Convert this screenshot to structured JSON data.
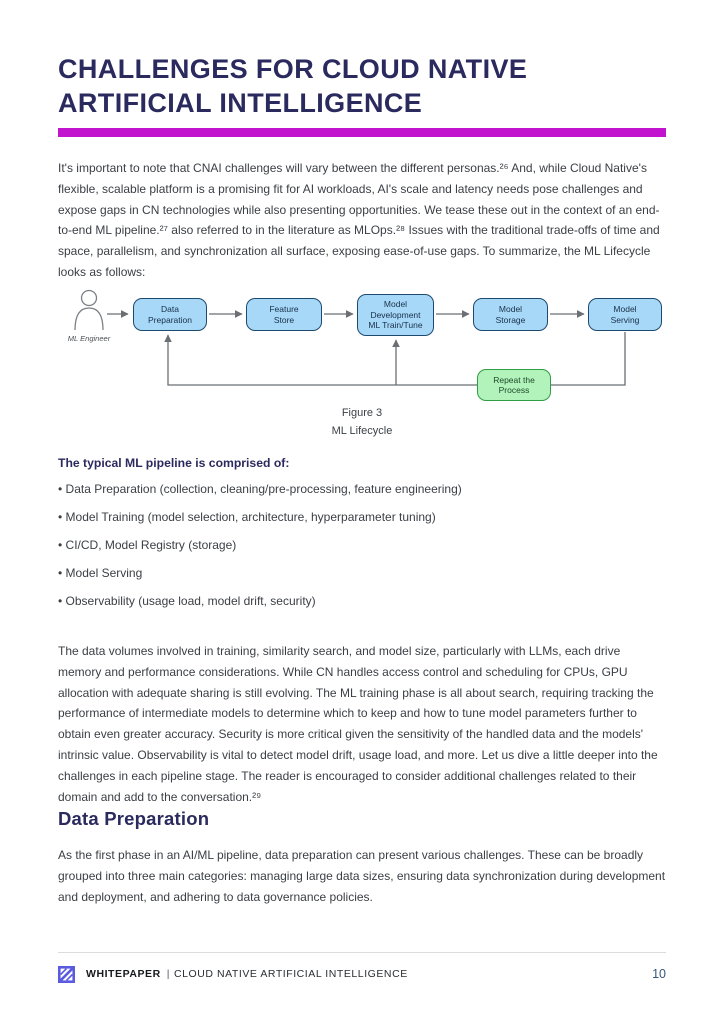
{
  "title": {
    "line1": "CHALLENGES FOR CLOUD NATIVE",
    "line2": "ARTIFICIAL INTELLIGENCE"
  },
  "accent_color": "#c213ce",
  "intro_paragraph": "It's important to note that CNAI challenges will vary between the different personas.²⁶ And, while Cloud Native's flexible, scalable platform is a promising fit for AI workloads, AI's scale and latency needs pose challenges and expose gaps in CN technologies while also presenting opportunities. We tease these out in the context of an end-to-end ML pipeline.²⁷ also referred to in the literature as MLOps.²⁸ Issues with the traditional trade-offs of time and space, parallelism, and synchronization all surface, exposing ease-of-use gaps. To summarize, the ML Lifecycle looks as follows:",
  "figure": {
    "actor_label": "ML Engineer",
    "nodes": [
      {
        "id": "data-preparation",
        "label": "Data\nPreparation"
      },
      {
        "id": "feature-store",
        "label": "Feature\nStore"
      },
      {
        "id": "model-development",
        "label": "Model\nDevelopment\nML Train/Tune"
      },
      {
        "id": "model-storage",
        "label": "Model\nStorage"
      },
      {
        "id": "model-serving",
        "label": "Model\nServing"
      },
      {
        "id": "repeat-process",
        "label": "Repeat the\nProcess"
      }
    ],
    "caption": {
      "line1": "Figure 3",
      "line2": "ML Lifecycle"
    },
    "node_fill": "#a8d8f8",
    "node_stroke": "#1d4a6e",
    "repeat_fill": "#b2f2bb",
    "repeat_stroke": "#2f9e44",
    "connector_color": "#6b6f73"
  },
  "pipeline": {
    "heading": "The typical ML pipeline is comprised of:",
    "bullets": [
      "Data Preparation (collection, cleaning/pre-processing, feature engineering)",
      "Model Training (model selection, architecture, hyperparameter tuning)",
      "CI/CD, Model Registry (storage)",
      "Model Serving",
      "Observability (usage load, model drift, security)"
    ]
  },
  "body_paragraph": "The data volumes involved in training, similarity search, and model size, particularly with LLMs, each drive memory and performance considerations. While CN handles access control and scheduling for CPUs, GPU allocation with adequate sharing is still evolving. The ML training phase is all about search, requiring tracking the performance of intermediate models to determine which to keep and how to tune model parameters further to obtain even greater accuracy. Security is more critical given the sensitivity of the handled data and the models' intrinsic value. Observability is vital to detect model drift, usage load, and more. Let us dive a little deeper into the challenges in each pipeline stage. The reader is encouraged to consider additional challenges related to their domain and add to the conversation.²⁹",
  "data_preparation": {
    "heading": "Data Preparation",
    "paragraph": "As the first phase in an AI/ML pipeline, data preparation can present various challenges. These can be broadly grouped into three main categories: managing large data sizes, ensuring data synchronization during development and deployment, and adhering to data governance policies."
  },
  "footer": {
    "brand": "WHITEPAPER",
    "separator": "|",
    "label": "CLOUD NATIVE ARTIFICIAL INTELLIGENCE",
    "page_number": "10",
    "title_color": "#2b2a5e",
    "page_number_color": "#35567f"
  }
}
